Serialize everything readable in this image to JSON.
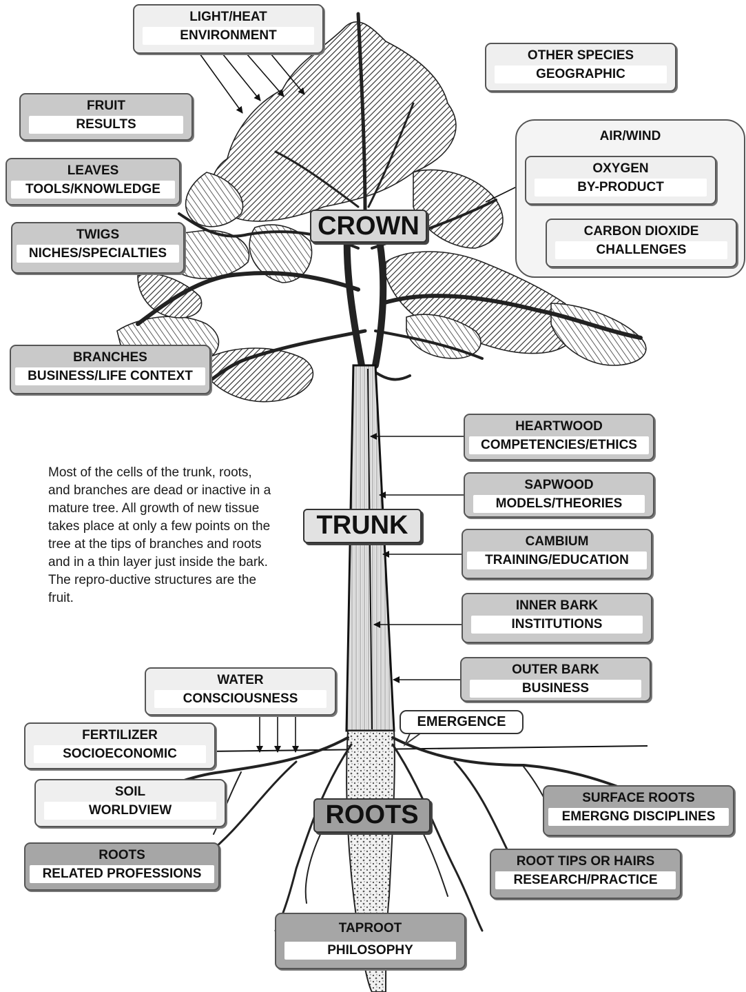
{
  "labels": {
    "light_heat": {
      "line1": "LIGHT/HEAT",
      "line2": "ENVIRONMENT"
    },
    "other_species": {
      "line1": "OTHER SPECIES",
      "line2": "GEOGRAPHIC"
    },
    "fruit": {
      "line1": "FRUIT",
      "line2": "RESULTS"
    },
    "leaves": {
      "line1": "LEAVES",
      "line2": "TOOLS/KNOWLEDGE"
    },
    "twigs": {
      "line1": "TWIGS",
      "line2": "NICHES/SPECIALTIES"
    },
    "branches": {
      "line1": "BRANCHES",
      "line2": "BUSINESS/LIFE CONTEXT"
    },
    "air_wind": {
      "header": "AIR/WIND",
      "oxygen": {
        "line1": "OXYGEN",
        "line2": "BY-PRODUCT"
      },
      "carbon_dioxide": {
        "line1": "CARBON DIOXIDE",
        "line2": "CHALLENGES"
      }
    },
    "heartwood": {
      "line1": "HEARTWOOD",
      "line2": "COMPETENCIES/ETHICS"
    },
    "sapwood": {
      "line1": "SAPWOOD",
      "line2": "MODELS/THEORIES"
    },
    "cambium": {
      "line1": "CAMBIUM",
      "line2": "TRAINING/EDUCATION"
    },
    "inner_bark": {
      "line1": "INNER BARK",
      "line2": "INSTITUTIONS"
    },
    "outer_bark": {
      "line1": "OUTER BARK",
      "line2": "BUSINESS"
    },
    "water": {
      "line1": "WATER",
      "line2": "CONSCIOUSNESS"
    },
    "fertilizer": {
      "line1": "FERTILIZER",
      "line2": "SOCIOECONOMIC"
    },
    "soil": {
      "line1": "SOIL",
      "line2": "WORLDVIEW"
    },
    "roots_box": {
      "line1": "ROOTS",
      "line2": "RELATED PROFESSIONS"
    },
    "surface_roots": {
      "line1": "SURFACE ROOTS",
      "line2": "EMERGNG DISCIPLINES"
    },
    "root_tips": {
      "line1": "ROOT TIPS OR HAIRS",
      "line2": "RESEARCH/PRACTICE"
    },
    "taproot": {
      "line1": "TAPROOT",
      "line2": "PHILOSOPHY"
    }
  },
  "sections": {
    "crown": "CROWN",
    "trunk": "TRUNK",
    "roots": "ROOTS"
  },
  "emergence": "EMERGENCE",
  "note": "Most of the cells of the trunk, roots, and branches are dead or inactive in a mature tree. All growth of new tissue takes place at only a few points on the tree at the tips of branches and roots and in a thin layer just inside the bark.  The repro-ductive structures are the fruit."
}
